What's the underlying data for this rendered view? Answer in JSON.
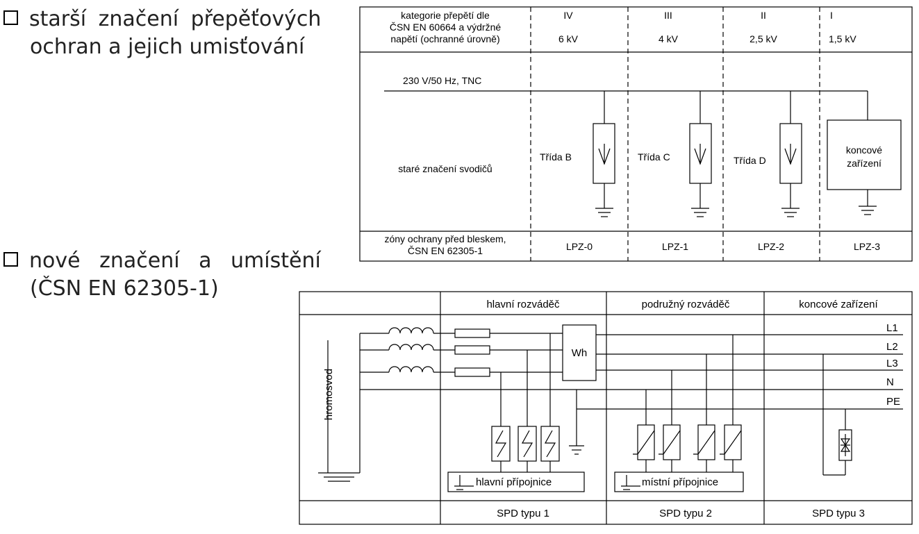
{
  "bullets": [
    {
      "line1": "starší značení přepěťových",
      "line2": "ochran a jejich umisťování"
    },
    {
      "line1": "nové značení a umístění",
      "line2": "(ČSN EN 62305-1)"
    }
  ],
  "top": {
    "header_label": [
      "kategorie přepětí dle",
      "ČSN EN 60664 a výdržné",
      "napětí (ochranné úrovně)"
    ],
    "categories": [
      {
        "roman": "IV",
        "kv": "6 kV"
      },
      {
        "roman": "III",
        "kv": "4 kV"
      },
      {
        "roman": "II",
        "kv": "2,5 kV"
      },
      {
        "roman": "I",
        "kv": "1,5 kV"
      }
    ],
    "supply": "230 V/50 Hz, TNC",
    "old_marking": "staré značení svodičů",
    "classes": [
      "Třída B",
      "Třída C",
      "Třída D"
    ],
    "end_device": [
      "koncové",
      "zařízení"
    ],
    "zones_label": [
      "zóny ochrany před bleskem,",
      "ČSN EN 62305-1"
    ],
    "zones": [
      "LPZ-0",
      "LPZ-1",
      "LPZ-2",
      "LPZ-3"
    ]
  },
  "bottom": {
    "headers": [
      "hlavní rozváděč",
      "podružný rozváděč",
      "koncové zařízení"
    ],
    "lightning": "hromosvod",
    "meter": "Wh",
    "lines": [
      "L1",
      "L2",
      "L3",
      "N",
      "PE"
    ],
    "main_bus": "hlavní přípojnice",
    "local_bus": "místní přípojnice",
    "spd": [
      "SPD typu 1",
      "SPD typu 2",
      "SPD typu 3"
    ]
  }
}
